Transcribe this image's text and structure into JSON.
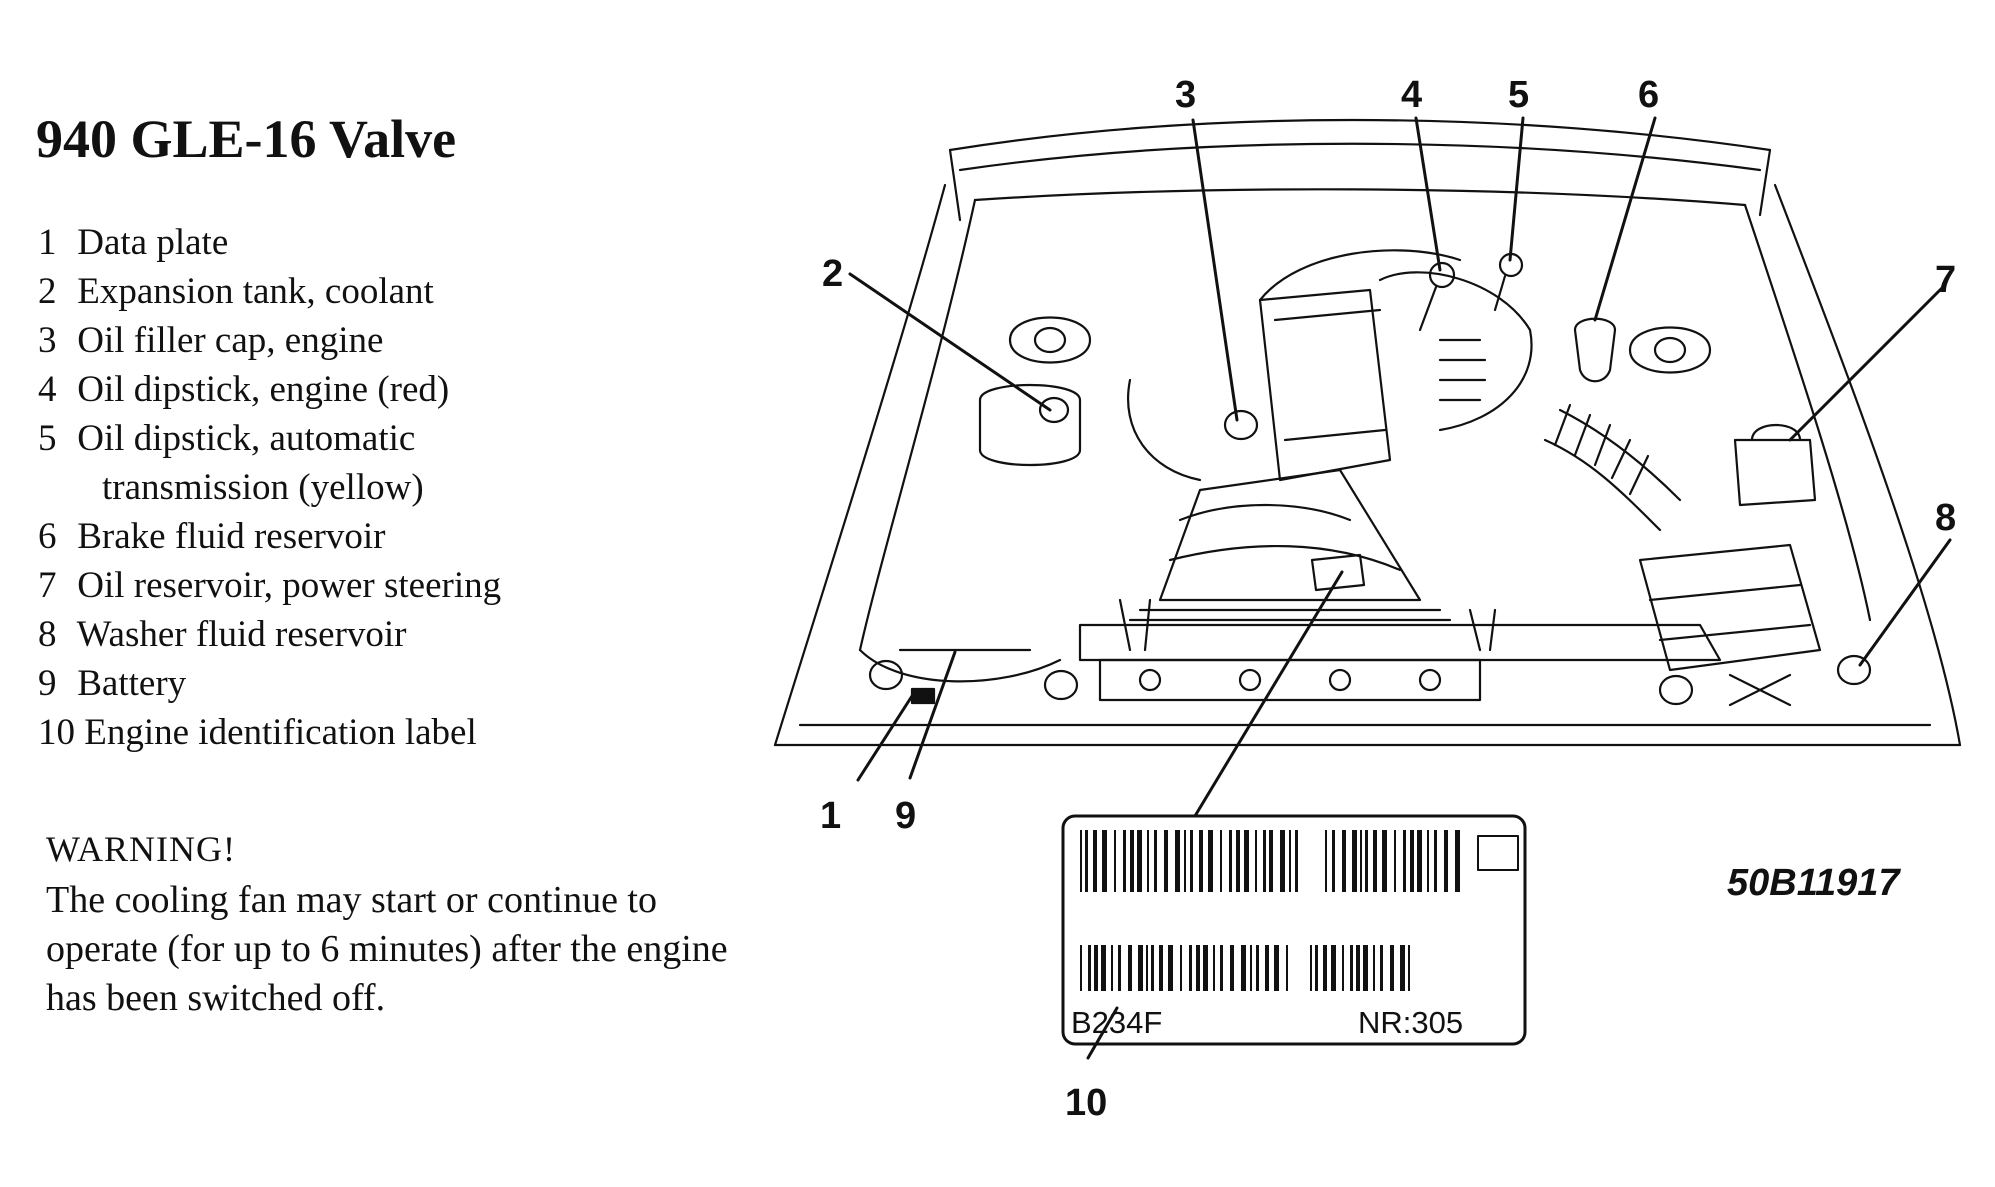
{
  "title": "940 GLE-16 Valve",
  "legend": [
    {
      "num": "1",
      "text": "Data plate"
    },
    {
      "num": "2",
      "text": "Expansion tank, coolant"
    },
    {
      "num": "3",
      "text": "Oil filler cap, engine"
    },
    {
      "num": "4",
      "text": "Oil dipstick, engine (red)"
    },
    {
      "num": "5",
      "text": "Oil dipstick, automatic",
      "cont": "transmission (yellow)"
    },
    {
      "num": "6",
      "text": "Brake fluid reservoir"
    },
    {
      "num": "7",
      "text": "Oil reservoir, power steering"
    },
    {
      "num": "8",
      "text": "Washer fluid reservoir"
    },
    {
      "num": "9",
      "text": "Battery"
    },
    {
      "num": "10",
      "text": "Engine identification label"
    }
  ],
  "warning": {
    "heading": "WARNING!",
    "body": "The cooling fan may start or continue to operate (for up to 6 minutes) after the engine has been switched off."
  },
  "figure_code": "50B11917",
  "callouts": [
    "1",
    "2",
    "3",
    "4",
    "5",
    "6",
    "7",
    "8",
    "9",
    "10"
  ],
  "id_label": {
    "engine_code": "B234F",
    "number": "NR:305"
  }
}
